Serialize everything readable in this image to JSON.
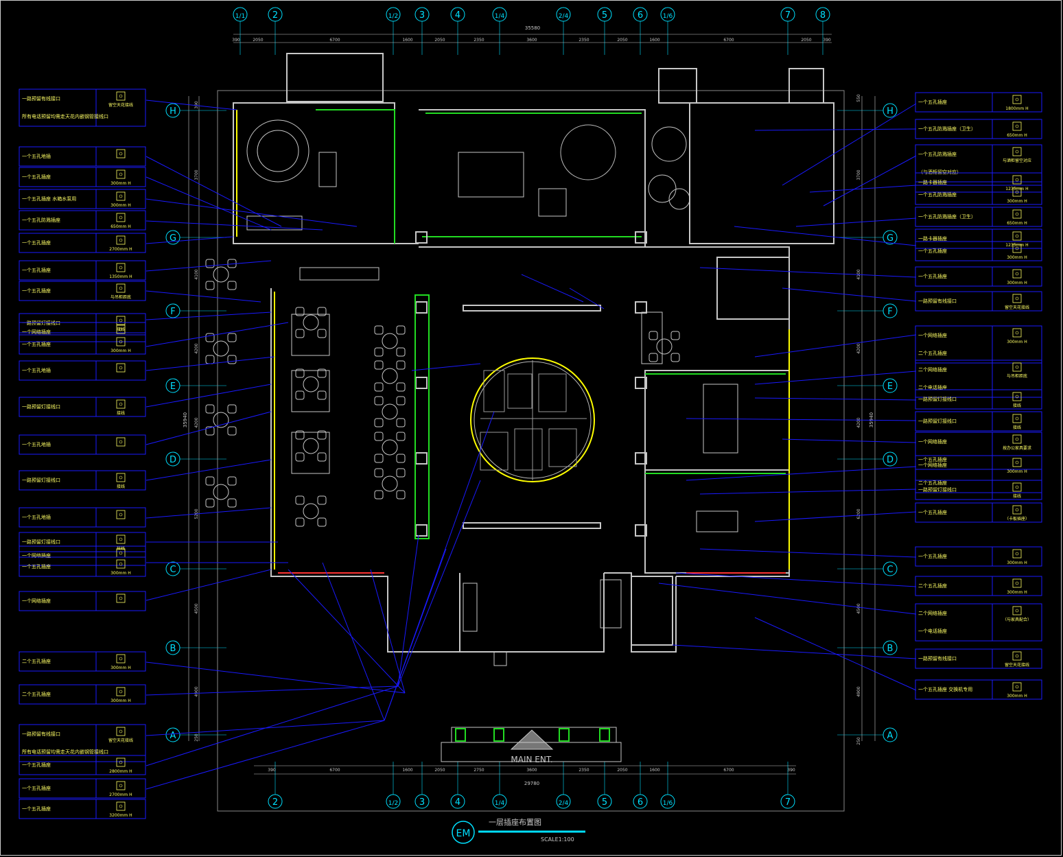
{
  "drawing": {
    "title": "一层插座布置图",
    "scale": "SCALE1:100",
    "symbol": "EM",
    "entrance": "MAIN ENT.",
    "overall_top": "35580",
    "overall_bottom": "29780",
    "overall_left": "35940",
    "overall_right": "35940"
  },
  "colors": {
    "background": "#000000",
    "wall": "#c8c8c8",
    "grid": "#00e0ff",
    "leader": "#1a1aff",
    "legend_text": "#ffff66",
    "dim": "#ff3333",
    "green": "#22dd22",
    "yellow": "#ffff00",
    "magenta": "#ff33ff"
  },
  "grid_top": [
    "1/1",
    "2",
    "1/2",
    "3",
    "4",
    "1/4",
    "2/4",
    "5",
    "6",
    "1/6",
    "7",
    "8"
  ],
  "grid_bottom": [
    "2",
    "1/2",
    "3",
    "4",
    "1/4",
    "2/4",
    "5",
    "6",
    "1/6",
    "7"
  ],
  "grid_rows": [
    "H",
    "G",
    "F",
    "E",
    "D",
    "C",
    "B",
    "A"
  ],
  "dims_top": [
    "390",
    "2050",
    "6700",
    "1600",
    "2050",
    "2350",
    "3600",
    "2350",
    "2050",
    "1600",
    "6700",
    "2050",
    "390"
  ],
  "dims_bottom": [
    "390",
    "6700",
    "1600",
    "2050",
    "2750",
    "3600",
    "2350",
    "2050",
    "1600",
    "6700",
    "390"
  ],
  "dims_left": [
    "390",
    "3700",
    "4100",
    "4200",
    "4200",
    "5200",
    "4500",
    "4900",
    "250"
  ],
  "dims_right": [
    "550",
    "3700",
    "4100",
    "4200",
    "4200",
    "6200",
    "4500",
    "4900",
    "250"
  ],
  "legend_left": [
    {
      "text": "一路预留有线接口",
      "sub": "所有电话预留均需走天花内嵌钢管接线口",
      "h": "留空天花接线"
    },
    {
      "text": "一个五孔地插",
      "h": ""
    },
    {
      "text": "一个五孔插座",
      "h": "300mm H"
    },
    {
      "text": "一个五孔插座 水箱水泵用",
      "h": "300mm H"
    },
    {
      "text": "一个五孔防溅插座",
      "h": "650mm H"
    },
    {
      "text": "一个五孔插座",
      "h": "2700mm H"
    },
    {
      "text": "一个五孔插座",
      "h": "1350mm H"
    },
    {
      "text": "一个五孔插座",
      "h": "与吊柜距底"
    },
    {
      "text": "一路预留灯接线口",
      "h": "接线"
    },
    {
      "text": "一个网络插座",
      "h": ""
    },
    {
      "text": "一个五孔插座",
      "h": "300mm H"
    },
    {
      "text": "一个五孔地插",
      "h": ""
    },
    {
      "text": "一路预留灯接线口",
      "h": "接线"
    },
    {
      "text": "一个五孔地插",
      "h": ""
    },
    {
      "text": "一路预留灯接线口",
      "h": "接线"
    },
    {
      "text": "一个五孔地插",
      "h": ""
    },
    {
      "text": "一路预留灯接线口",
      "h": "接线"
    },
    {
      "text": "一个网络插座",
      "h": ""
    },
    {
      "text": "一个五孔插座",
      "h": "300mm H"
    },
    {
      "text": "一个网络插座",
      "h": ""
    },
    {
      "text": "二个五孔插座",
      "h": "300mm H"
    },
    {
      "text": "二个五孔插座",
      "h": "300mm H"
    },
    {
      "text": "一路预留有线接口",
      "sub": "所有电话预留均需走天花内嵌钢管接线口",
      "h": "留空天花接线"
    },
    {
      "text": "一个五孔插座",
      "h": "2800mm H"
    },
    {
      "text": "一个五孔插座",
      "h": "2700mm H"
    },
    {
      "text": "一个五孔插座",
      "h": "3200mm H"
    }
  ],
  "legend_right": [
    {
      "text": "一个五孔插座",
      "h": "1800mm H"
    },
    {
      "text": "一个五孔防溅插座（卫生）",
      "h": "650mm H"
    },
    {
      "text": "一个五孔防溅插座",
      "sub": "（与酒柜留空对应）",
      "h": "与酒柜留空对应"
    },
    {
      "text": "一路卡器插座",
      "h": "1235mm H"
    },
    {
      "text": "一个五孔防溅插座",
      "h": "300mm H"
    },
    {
      "text": "一个五孔防溅插座（卫生）",
      "h": "650mm H"
    },
    {
      "text": "一路卡器插座",
      "h": "1235mm H"
    },
    {
      "text": "一个五孔插座",
      "h": "300mm H"
    },
    {
      "text": "一个五孔插座",
      "h": "300mm H"
    },
    {
      "text": "一路预留有线接口",
      "h": "留空天花接线"
    },
    {
      "text": "一个网络插座",
      "sub": "二个五孔插座",
      "h": "300mm H"
    },
    {
      "text": "二个网络插座",
      "sub": "二个电话插座",
      "h": "与吊柜距底"
    },
    {
      "text": "一路预留灯接线口",
      "h": "接线"
    },
    {
      "text": "一路预留灯接线口",
      "h": "接线"
    },
    {
      "text": "一个网络插座",
      "sub": "一个五孔插座",
      "h": "按办公家具要求"
    },
    {
      "text": "一个网络插座",
      "sub": "二个五孔插座",
      "h": "300mm H"
    },
    {
      "text": "一路预留灯接线口",
      "h": "接线"
    },
    {
      "text": "一个五孔插座",
      "h": "（卡板插座）"
    },
    {
      "text": "一个五孔插座",
      "h": "300mm H"
    },
    {
      "text": "二个五孔插座",
      "h": "300mm H"
    },
    {
      "text": "二个网络插座",
      "sub": "一个电话插座",
      "h": "（与家具配合）"
    },
    {
      "text": "一路预留有线接口",
      "h": "留空天花接线"
    },
    {
      "text": "一个五孔插座 交换机专用",
      "h": "300mm H"
    }
  ]
}
